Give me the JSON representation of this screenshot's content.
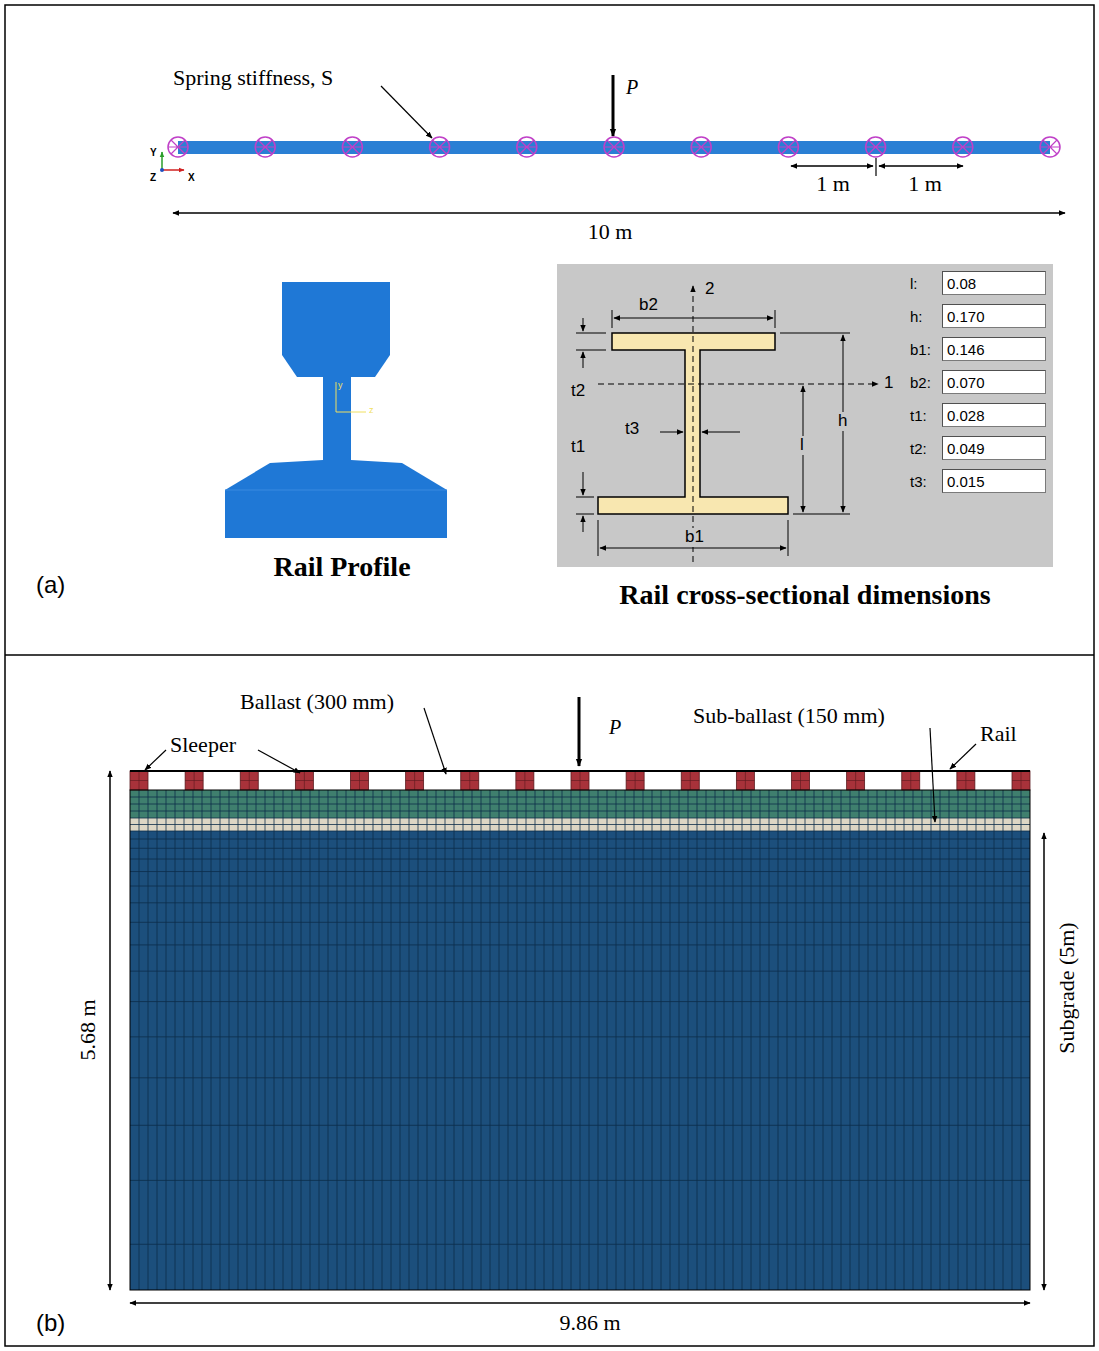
{
  "diagram": {
    "nodes": [
      {
        "text": [
          "l:",
          "0.08"
        ]
      },
      {
        "text": [
          "h:",
          "0.170"
        ]
      },
      {
        "text": [
          "b1:",
          "0.146"
        ]
      },
      {
        "text": [
          "b2:",
          "0.070"
        ]
      },
      {
        "text": [
          "t1:",
          "0.028"
        ]
      },
      {
        "text": [
          "t2:",
          "0.049"
        ]
      },
      {
        "text": [
          "t3:",
          "0.015"
        ]
      }
    ],
    "labels": [
      "Spring stiffness, S",
      "P",
      "Y",
      "Z",
      "X",
      "1 m",
      "1 m",
      "10 m",
      "y",
      "z",
      "Rail Profile",
      "b2",
      "2",
      "1",
      "t2",
      "h",
      "t3",
      "t1",
      "l",
      "b1",
      "Rail cross-sectional dimensions",
      "(a)",
      "Ballast (300 mm)",
      "P",
      "Sub-ballast (150 mm)",
      "Sleeper",
      "Rail",
      "5.68 m",
      "Subgrade (5m)",
      "9.86 m",
      "(b)"
    ]
  }
}
